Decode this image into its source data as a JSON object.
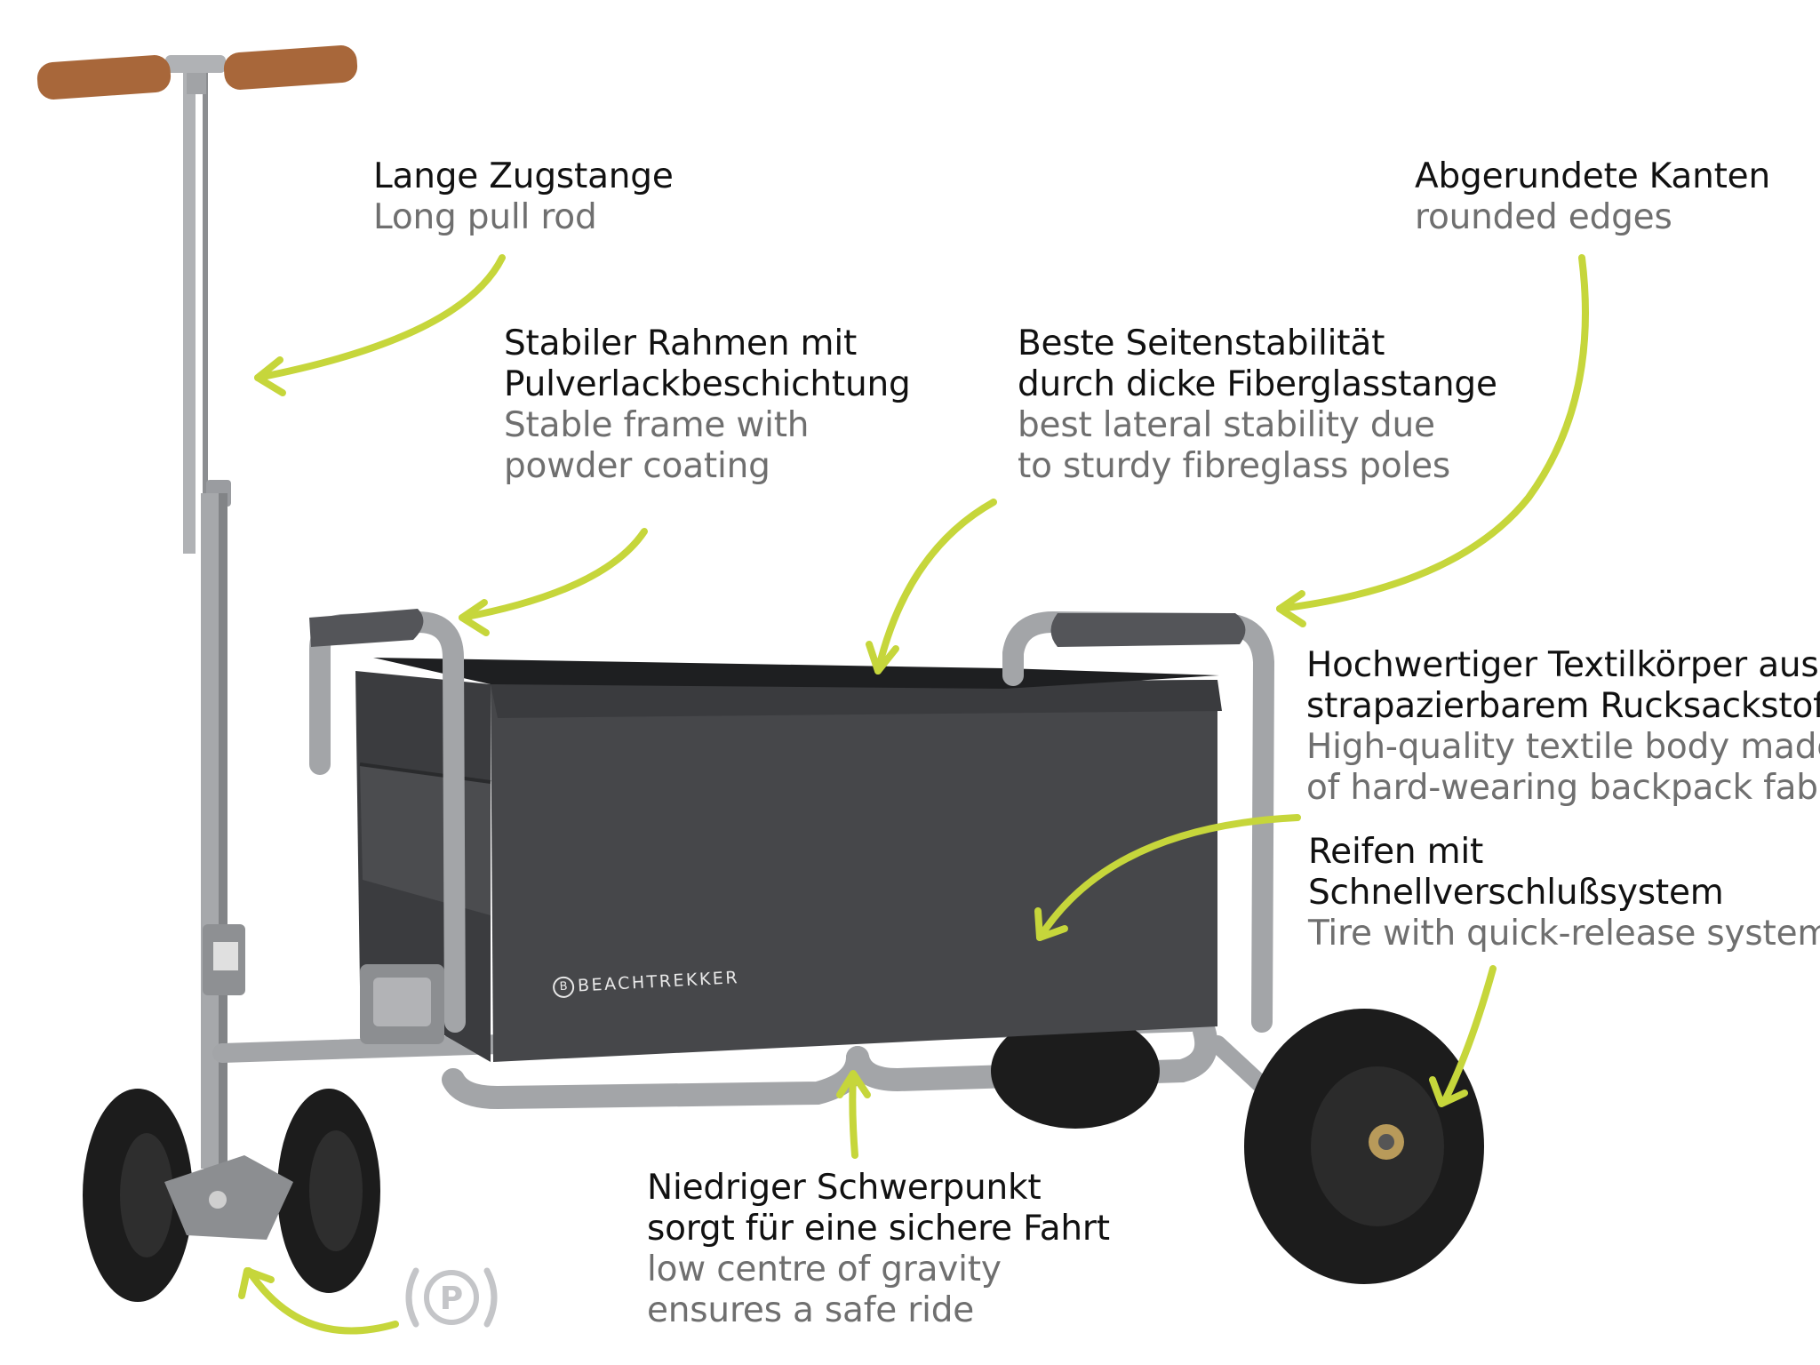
{
  "callouts": {
    "pull_rod": {
      "de": [
        "Lange Zugstange"
      ],
      "en": [
        "Long pull rod"
      ]
    },
    "rounded_edges": {
      "de": [
        "Abgerundete Kanten"
      ],
      "en": [
        "rounded edges"
      ]
    },
    "frame": {
      "de": [
        "Stabiler Rahmen mit",
        "Pulverlackbeschichtung"
      ],
      "en": [
        "Stable frame with",
        "powder coating"
      ]
    },
    "lateral": {
      "de": [
        "Beste Seitenstabilität",
        "durch dicke Fiberglasstange"
      ],
      "en": [
        "best lateral stability due",
        "to sturdy fibreglass poles"
      ]
    },
    "textile": {
      "de": [
        "Hochwertiger Textilkörper aus",
        "strapazierbarem Rucksackstoff"
      ],
      "en": [
        "High-quality textile body made",
        "of hard-wearing backpack fabric"
      ]
    },
    "tires": {
      "de": [
        "Reifen mit",
        "Schnellverschlußsystem"
      ],
      "en": [
        "Tire with quick-release system"
      ]
    },
    "gravity": {
      "de": [
        "Niedriger Schwerpunkt",
        "sorgt für eine sichere Fahrt"
      ],
      "en": [
        "low centre of gravity",
        "ensures a safe ride"
      ]
    }
  },
  "brand": {
    "name": "BEACHTREKKER",
    "mark": "B"
  },
  "parking": {
    "letter": "P"
  },
  "colors": {
    "arrow": "#c6d63b",
    "frame": "#a3a5a8",
    "fabric": "#424346",
    "tire": "#1c1c1c",
    "grip": "#a8673a"
  },
  "icons": [
    "parking-brake-icon",
    "wagon-illustration"
  ]
}
